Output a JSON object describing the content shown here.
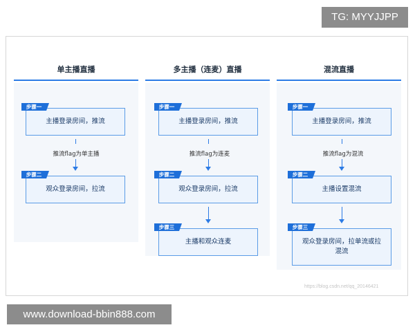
{
  "badges": {
    "tg": "TG: MYYJJPP",
    "url": "www.download-bbin888.com"
  },
  "watermark": "https://blog.csdn.net/qq_20146421",
  "columns": [
    {
      "title": "单主播直播",
      "steps": [
        {
          "tag": "步骤一",
          "text": "主播登录房间，推流"
        },
        {
          "tag": "步骤二",
          "text": "观众登录房间，拉流"
        }
      ],
      "flag_label": "推流flag为单主播"
    },
    {
      "title": "多主播（连麦）直播",
      "steps": [
        {
          "tag": "步骤一",
          "text": "主播登录房间，推流"
        },
        {
          "tag": "步骤二",
          "text": "观众登录房间，拉流"
        },
        {
          "tag": "步骤三",
          "text": "主播和观众连麦"
        }
      ],
      "flag_label": "推流flag为连麦"
    },
    {
      "title": "混流直播",
      "steps": [
        {
          "tag": "步骤一",
          "text": "主播登录房间，推流"
        },
        {
          "tag": "步骤二",
          "text": "主播设置混流"
        },
        {
          "tag": "步骤三",
          "text": "观众登录房间，拉单流或拉混流"
        }
      ],
      "flag_label": "推流flag为混流"
    }
  ],
  "colors": {
    "accent": "#2c7be5",
    "tag": "#1e6fd9",
    "card_bg": "#edf4fd",
    "panel_bg": "#f4f7fb"
  }
}
